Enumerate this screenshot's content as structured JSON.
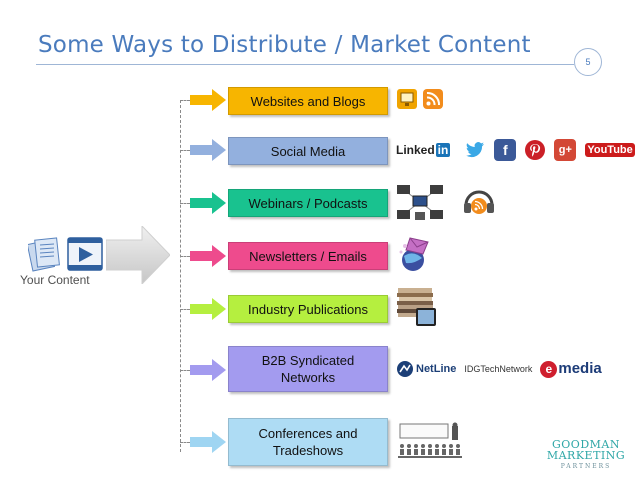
{
  "slide": {
    "title": "Some Ways to Distribute / Market Content",
    "page_number": "5"
  },
  "source": {
    "label": "Your Content"
  },
  "channels": [
    {
      "label": "Websites and Blogs",
      "color": "#f7b500",
      "arrow_color": "#f7b500",
      "icons": [
        "monitor-icon",
        "rss-icon"
      ]
    },
    {
      "label": "Social Media",
      "color": "#93b0de",
      "arrow_color": "#93b0de",
      "logos": [
        "Linked",
        "in",
        "YouTube"
      ],
      "icons": [
        "twitter-icon",
        "facebook-icon",
        "pinterest-icon",
        "google-plus-icon",
        "youtube-icon"
      ]
    },
    {
      "label": "Webinars / Podcasts",
      "color": "#19c28f",
      "arrow_color": "#19c28f",
      "icons": [
        "webinar-network-icon",
        "podcast-icon"
      ]
    },
    {
      "label": "Newsletters / Emails",
      "color": "#ee4b8d",
      "arrow_color": "#ee4b8d",
      "icons": [
        "email-globe-icon"
      ]
    },
    {
      "label": "Industry Publications",
      "color": "#b5ef3f",
      "arrow_color": "#b5ef3f",
      "icons": [
        "magazine-stack-icon"
      ]
    },
    {
      "label": "B2B Syndicated Networks",
      "color": "#a39bef",
      "arrow_color": "#a39bef",
      "logos": [
        "NetLine",
        "IDGTechNetwork",
        "e",
        "media"
      ]
    },
    {
      "label": "Conferences and Tradeshows",
      "color": "#aedcf4",
      "arrow_color": "#9fd5f2",
      "icons": [
        "conference-audience-icon"
      ]
    }
  ],
  "brand": {
    "line1": "GOODMAN",
    "line2": "MARKETING",
    "line3": "PARTNERS"
  }
}
